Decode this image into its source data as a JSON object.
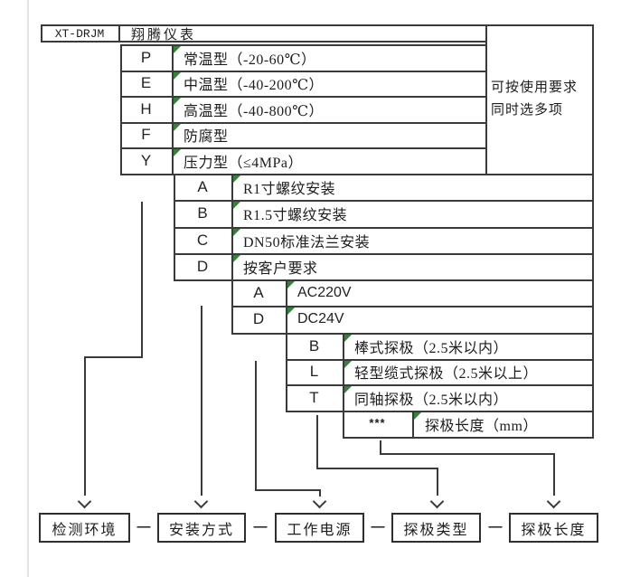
{
  "header": {
    "model_code": "XT-DRJM",
    "brand": "翔腾仪表"
  },
  "note": {
    "line1": "可按使用要求",
    "line2": "同时选多项"
  },
  "temperature_options": [
    {
      "code": "P",
      "desc": "常温型（-20-60℃）"
    },
    {
      "code": "E",
      "desc": "中温型（-40-200℃）"
    },
    {
      "code": "H",
      "desc": "高温型（-40-800℃）"
    },
    {
      "code": "F",
      "desc": "防腐型"
    },
    {
      "code": "Y",
      "desc": "压力型（≤4MPa）"
    }
  ],
  "installation_options": [
    {
      "code": "A",
      "desc": "R1寸螺纹安装"
    },
    {
      "code": "B",
      "desc": "R1.5寸螺纹安装"
    },
    {
      "code": "C",
      "desc": "DN50标准法兰安装"
    },
    {
      "code": "D",
      "desc": "按客户要求"
    }
  ],
  "power_options": [
    {
      "code": "A",
      "desc": "AC220V"
    },
    {
      "code": "D",
      "desc": "DC24V"
    }
  ],
  "probe_options": [
    {
      "code": "B",
      "desc": "棒式探极（2.5米以内）"
    },
    {
      "code": "L",
      "desc": "轻型缆式探极（2.5米以上）"
    },
    {
      "code": "T",
      "desc": "同轴探极（2.5米以内）"
    }
  ],
  "length_option": {
    "code": "***",
    "desc": "探极长度（mm）"
  },
  "categories": [
    "检测环境",
    "安装方式",
    "工作电源",
    "探极类型",
    "探极长度"
  ],
  "separator_dash": "—",
  "colors": {
    "line": "#3a3a3a",
    "tick_green": "#36823a",
    "page_edge": "#e3e3e3"
  }
}
